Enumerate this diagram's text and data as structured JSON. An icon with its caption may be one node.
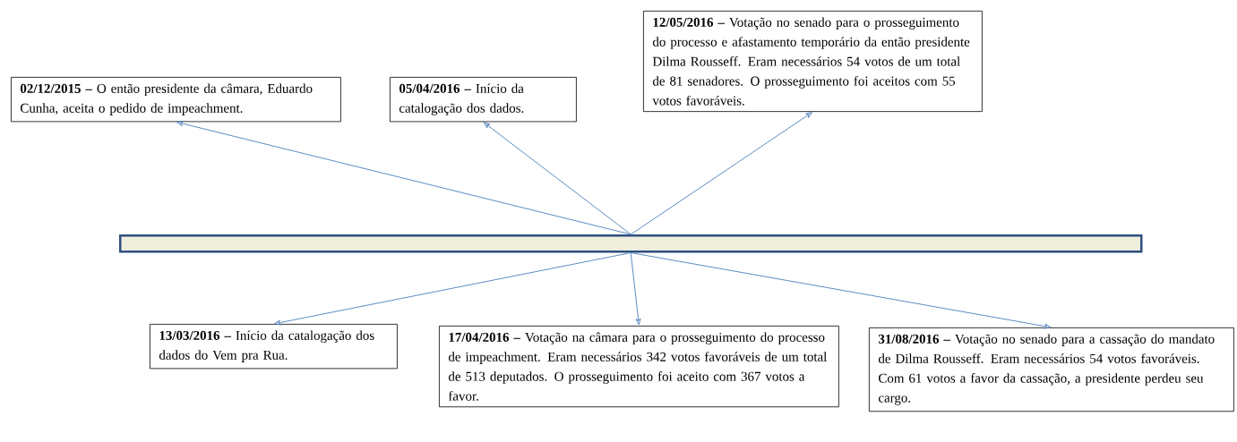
{
  "diagram": {
    "nodes": [
      {
        "text": [
          "**02/12/2015 –** O então presidente da câmara, Eduardo Cunha, aceita o pedido de impeachment."
        ]
      },
      {
        "text": [
          "**05/04/2016 –** Início da catalogação dos dados."
        ]
      },
      {
        "text": [
          "**12/05/2016 –** Votação no senado para o prosseguimento do processo e afastamento temporário da então presidente Dilma Rousseff. Eram necessários 54 votos de um total de 81 senadores. O prosseguimento foi aceitos com 55 votos favoráveis."
        ]
      },
      {
        "text": [],
        "shape": "bar"
      },
      {
        "text": [
          "**13/03/2016 –** Início da catalogação dos dados do Vem pra Rua."
        ]
      },
      {
        "text": [
          "**17/04/2016 –** Votação na câmara para o prosseguimento do processo de impeachment. Eram necessários 342 votos favoráveis de um total de 513 deputados. O prosseguimento foi aceito com 367 votos a favor."
        ]
      },
      {
        "text": [
          "**31/08/2016 –** Votação no senado para a cassação do mandato de Dilma Rousseff. Eram necessários 54 votos favoráveis. Com 61 votos a favor da cassação, a presidente perdeu seu cargo."
        ]
      }
    ],
    "edges": [
      {
        "from": 3,
        "to": 0,
        "arrow": "to"
      },
      {
        "from": 3,
        "to": 4,
        "arrow": "to"
      },
      {
        "from": 3,
        "to": 1,
        "arrow": "to"
      },
      {
        "from": 3,
        "to": 5,
        "arrow": "to"
      },
      {
        "from": 3,
        "to": 2,
        "arrow": "to"
      },
      {
        "from": 3,
        "to": 6,
        "arrow": "to"
      }
    ]
  }
}
